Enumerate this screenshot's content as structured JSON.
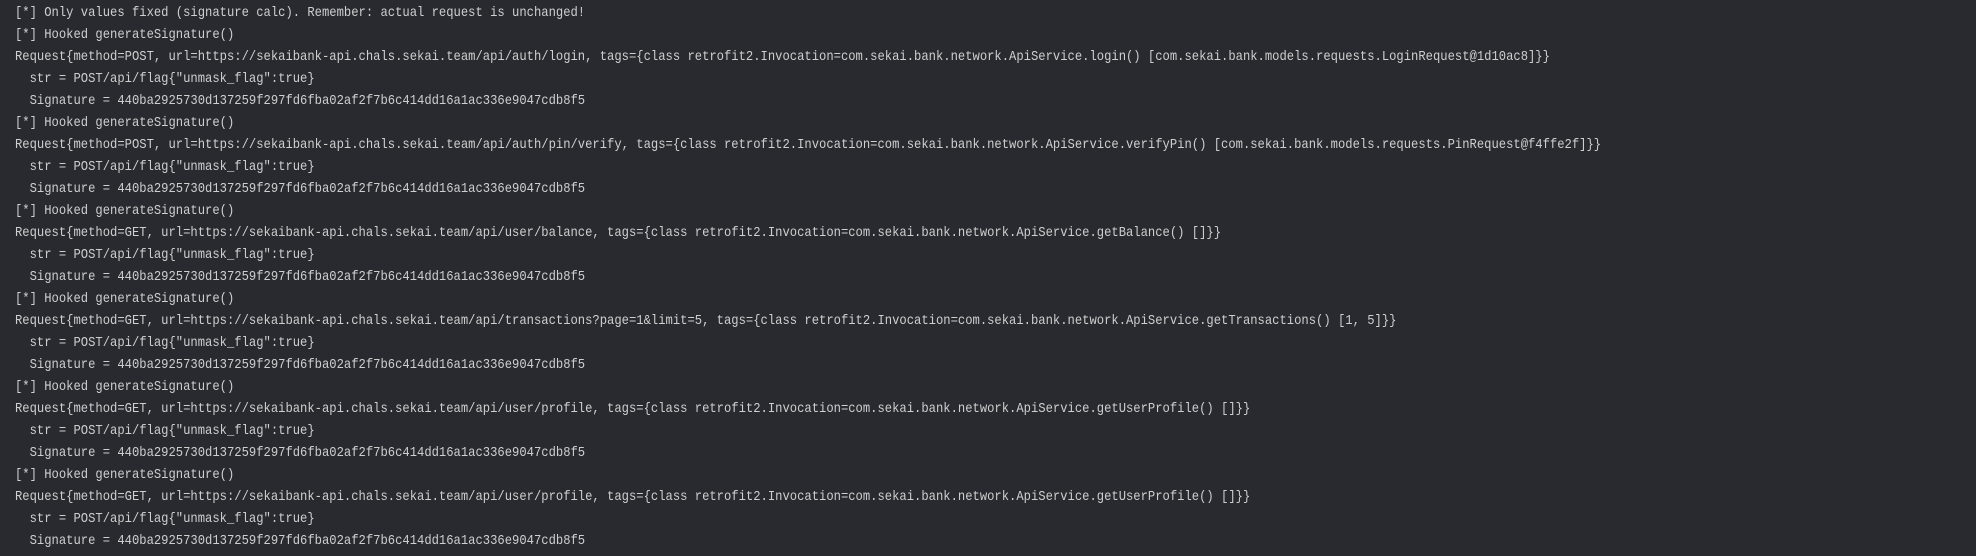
{
  "terminal": {
    "lines": [
      "[*] Only values fixed (signature calc). Remember: actual request is unchanged!",
      "[*] Hooked generateSignature()",
      "Request{method=POST, url=https://sekaibank-api.chals.sekai.team/api/auth/login, tags={class retrofit2.Invocation=com.sekai.bank.network.ApiService.login() [com.sekai.bank.models.requests.LoginRequest@1d10ac8]}}",
      "  str = POST/api/flag{\"unmask_flag\":true}",
      "  Signature = 440ba2925730d137259f297fd6fba02af2f7b6c414dd16a1ac336e9047cdb8f5",
      "[*] Hooked generateSignature()",
      "Request{method=POST, url=https://sekaibank-api.chals.sekai.team/api/auth/pin/verify, tags={class retrofit2.Invocation=com.sekai.bank.network.ApiService.verifyPin() [com.sekai.bank.models.requests.PinRequest@f4ffe2f]}}",
      "  str = POST/api/flag{\"unmask_flag\":true}",
      "  Signature = 440ba2925730d137259f297fd6fba02af2f7b6c414dd16a1ac336e9047cdb8f5",
      "[*] Hooked generateSignature()",
      "Request{method=GET, url=https://sekaibank-api.chals.sekai.team/api/user/balance, tags={class retrofit2.Invocation=com.sekai.bank.network.ApiService.getBalance() []}}",
      "  str = POST/api/flag{\"unmask_flag\":true}",
      "  Signature = 440ba2925730d137259f297fd6fba02af2f7b6c414dd16a1ac336e9047cdb8f5",
      "[*] Hooked generateSignature()",
      "Request{method=GET, url=https://sekaibank-api.chals.sekai.team/api/transactions?page=1&limit=5, tags={class retrofit2.Invocation=com.sekai.bank.network.ApiService.getTransactions() [1, 5]}}",
      "  str = POST/api/flag{\"unmask_flag\":true}",
      "  Signature = 440ba2925730d137259f297fd6fba02af2f7b6c414dd16a1ac336e9047cdb8f5",
      "[*] Hooked generateSignature()",
      "Request{method=GET, url=https://sekaibank-api.chals.sekai.team/api/user/profile, tags={class retrofit2.Invocation=com.sekai.bank.network.ApiService.getUserProfile() []}}",
      "  str = POST/api/flag{\"unmask_flag\":true}",
      "  Signature = 440ba2925730d137259f297fd6fba02af2f7b6c414dd16a1ac336e9047cdb8f5",
      "[*] Hooked generateSignature()",
      "Request{method=GET, url=https://sekaibank-api.chals.sekai.team/api/user/profile, tags={class retrofit2.Invocation=com.sekai.bank.network.ApiService.getUserProfile() []}}",
      "  str = POST/api/flag{\"unmask_flag\":true}",
      "  Signature = 440ba2925730d137259f297fd6fba02af2f7b6c414dd16a1ac336e9047cdb8f5"
    ]
  }
}
